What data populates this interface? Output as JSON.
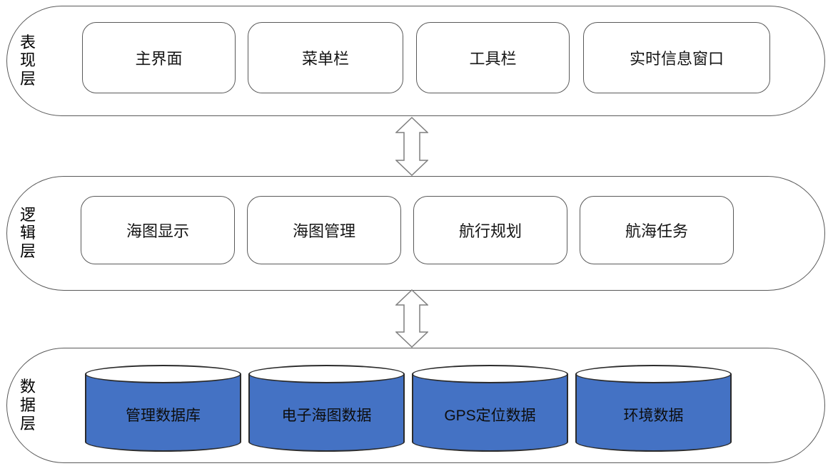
{
  "layers": [
    {
      "name": "表现层",
      "items": [
        "主界面",
        "菜单栏",
        "工具栏",
        "实时信息窗口"
      ]
    },
    {
      "name": "逻辑层",
      "items": [
        "海图显示",
        "海图管理",
        "航行规划",
        "航海任务"
      ]
    },
    {
      "name": "数据层",
      "items": [
        "管理数据库",
        "电子海图数据",
        "GPS定位数据",
        "环境数据"
      ]
    }
  ],
  "connectors": [
    {
      "between": "表现层-逻辑层",
      "type": "double-headed-vertical-arrow"
    },
    {
      "between": "逻辑层-数据层",
      "type": "double-headed-vertical-arrow"
    }
  ],
  "colors": {
    "cylinder_fill": "#4472C4",
    "shape_border": "#595959",
    "cylinder_border": "#2b2b2b",
    "arrow_outline": "#7f7f7f",
    "background": "#ffffff",
    "text": "#111111"
  }
}
